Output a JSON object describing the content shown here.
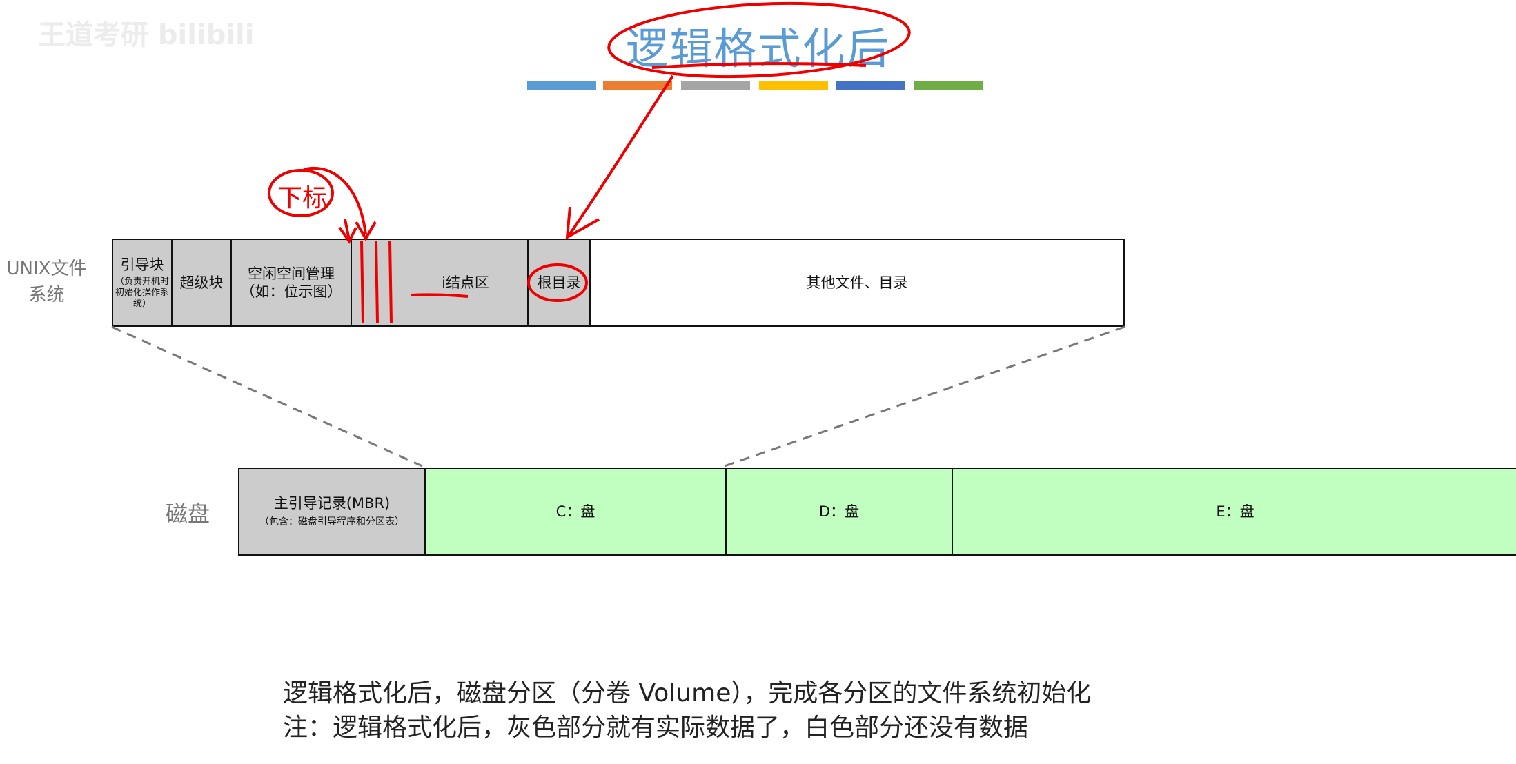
{
  "watermark": {
    "text": "王道考研 bilibili"
  },
  "title": "逻辑格式化后",
  "stripes": [
    {
      "color": "#5b9bd5"
    },
    {
      "color": "#ed7d31"
    },
    {
      "color": "#a5a5a5"
    },
    {
      "color": "#ffc000"
    },
    {
      "color": "#4472c4"
    },
    {
      "color": "#70ad47"
    }
  ],
  "unix": {
    "label_line1": "UNIX文件",
    "label_line2": "系统",
    "cells": {
      "boot_title": "引导块",
      "boot_desc": "（负责开机时初始化操作系统）",
      "superblock": "超级块",
      "free_space_line1": "空闲空间管理",
      "free_space_line2": "（如：位示图）",
      "inode_area": "i结点区",
      "root_dir": "根目录",
      "other_files": "其他文件、目录"
    }
  },
  "annotations": {
    "subscript": "下标"
  },
  "disk": {
    "label": "磁盘",
    "mbr_title": "主引导记录(MBR)",
    "mbr_desc": "（包含：磁盘引导程序和分区表）",
    "c": "C：盘",
    "d": "D：盘",
    "e": "E：盘",
    "gray_color": "#cccccc",
    "green_color": "#c0ffc0"
  },
  "caption": {
    "line1": "逻辑格式化后，磁盘分区（分卷 Volume），完成各分区的文件系统初始化",
    "line2": "注：逻辑格式化后，灰色部分就有实际数据了，白色部分还没有数据"
  }
}
